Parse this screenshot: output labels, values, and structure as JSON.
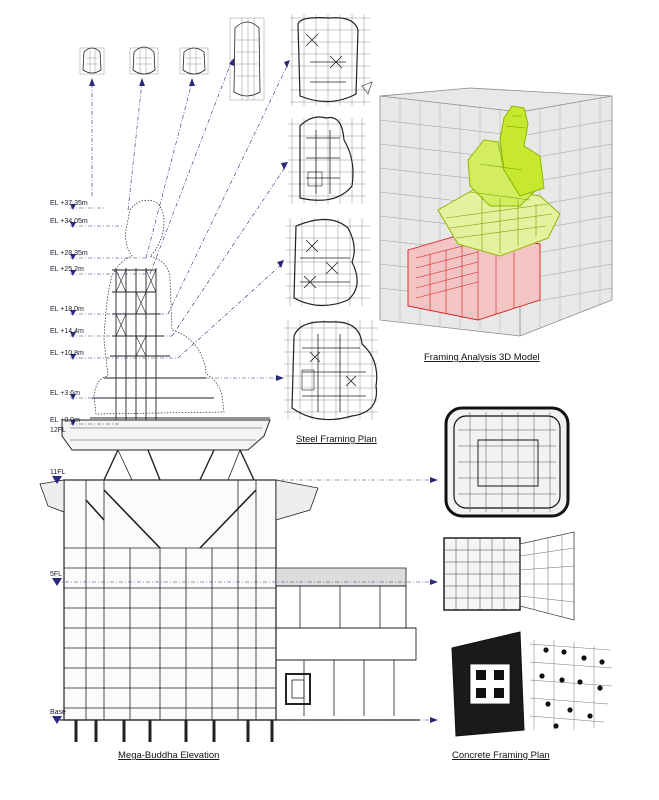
{
  "elevation_levels": [
    {
      "id": "el-37",
      "text": "EL +37.35m"
    },
    {
      "id": "el-34",
      "text": "EL +34.05m"
    },
    {
      "id": "el-28",
      "text": "EL +28.35m"
    },
    {
      "id": "el-25",
      "text": "EL +25.2m"
    },
    {
      "id": "el-18",
      "text": "EL +18.0m"
    },
    {
      "id": "el-14",
      "text": "EL +14.4m"
    },
    {
      "id": "el-10",
      "text": "EL +10.8m"
    },
    {
      "id": "el-3",
      "text": "EL +3.6m"
    },
    {
      "id": "el-0",
      "text": "EL +0.0m"
    }
  ],
  "floor_labels": {
    "fl12": "12FL",
    "fl11": "11FL",
    "fl5": "5FL",
    "base": "Base"
  },
  "captions": {
    "steel_framing_plan": "Steel Framing Plan",
    "framing_analysis_3d": "Framing Analysis 3D Model",
    "mega_buddha_elevation": "Mega-Buddha Elevation",
    "concrete_framing_plan": "Concrete Framing Plan"
  },
  "colors": {
    "leader_line": "#2a2a7a",
    "model_green": "#b8e020",
    "model_red": "#d82020",
    "model_grey": "#8a8a8a"
  }
}
